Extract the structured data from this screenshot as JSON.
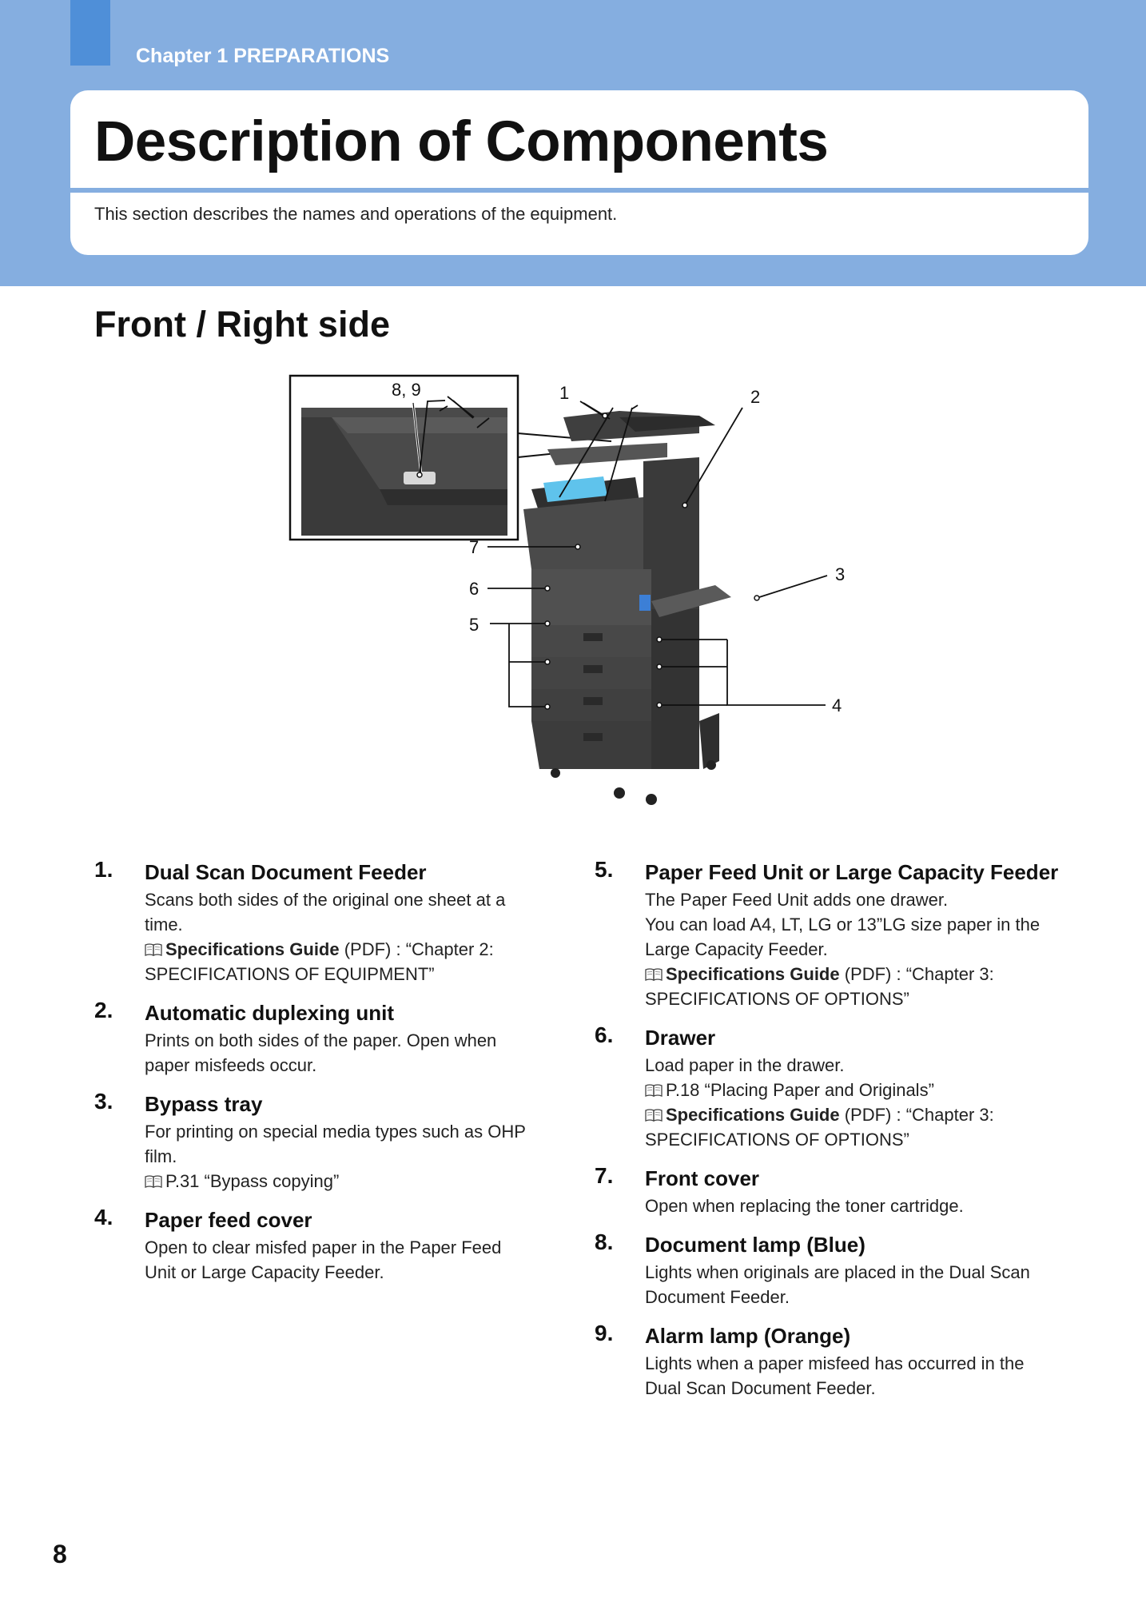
{
  "header": {
    "chapter": "Chapter 1 PREPARATIONS",
    "title": "Description of Components",
    "intro": "This section describes the names and operations of the equipment."
  },
  "section": {
    "heading": "Front / Right side"
  },
  "figure": {
    "callouts": [
      "8, 9",
      "1",
      "2",
      "3",
      "4",
      "5",
      "6",
      "7"
    ]
  },
  "items_left": [
    {
      "num": "1.",
      "title": "Dual Scan Document Feeder",
      "desc": [
        "Scans both sides of the original one sheet at a",
        "time."
      ],
      "refs": [
        {
          "strong": "Specifications Guide",
          "text": " (PDF) : “Chapter 2:"
        },
        {
          "strong": "",
          "text": "SPECIFICATIONS OF EQUIPMENT”",
          "plain": true
        }
      ]
    },
    {
      "num": "2.",
      "title": "Automatic duplexing unit",
      "desc": [
        "Prints on both sides of the paper. Open when",
        "paper misfeeds occur."
      ],
      "refs": []
    },
    {
      "num": "3.",
      "title": "Bypass tray",
      "desc": [
        "For printing on special media types such as OHP",
        "film."
      ],
      "refs": [
        {
          "strong": "",
          "text": "P.31  “Bypass copying”"
        }
      ]
    },
    {
      "num": "4.",
      "title": "Paper feed cover",
      "desc": [
        "Open to clear misfed paper in the Paper Feed",
        "Unit or Large Capacity Feeder."
      ],
      "refs": []
    }
  ],
  "items_right": [
    {
      "num": "5.",
      "title": "Paper Feed Unit or Large Capacity Feeder",
      "desc": [
        "The Paper Feed Unit adds one drawer.",
        "You can load A4, LT, LG or 13”LG size paper in the",
        "Large Capacity Feeder."
      ],
      "refs": [
        {
          "strong": "Specifications Guide",
          "text": " (PDF) : “Chapter 3:"
        },
        {
          "strong": "",
          "text": "SPECIFICATIONS OF OPTIONS”",
          "plain": true
        }
      ]
    },
    {
      "num": "6.",
      "title": "Drawer",
      "desc": [
        "Load paper in the drawer."
      ],
      "refs": [
        {
          "strong": "",
          "text": "P.18  “Placing Paper and Originals”"
        },
        {
          "strong": "Specifications Guide",
          "text": " (PDF) : “Chapter 3:"
        },
        {
          "strong": "",
          "text": "SPECIFICATIONS OF OPTIONS”",
          "plain": true
        }
      ]
    },
    {
      "num": "7.",
      "title": "Front cover",
      "desc": [
        "Open when replacing the toner cartridge."
      ],
      "refs": []
    },
    {
      "num": "8.",
      "title": "Document lamp (Blue)",
      "desc": [
        "Lights when originals are placed in the Dual Scan",
        "Document Feeder."
      ],
      "refs": []
    },
    {
      "num": "9.",
      "title": "Alarm lamp (Orange)",
      "desc": [
        "Lights when a paper misfeed has occurred in the",
        "Dual Scan Document Feeder."
      ],
      "refs": []
    }
  ],
  "footer": {
    "page_number": "8"
  }
}
